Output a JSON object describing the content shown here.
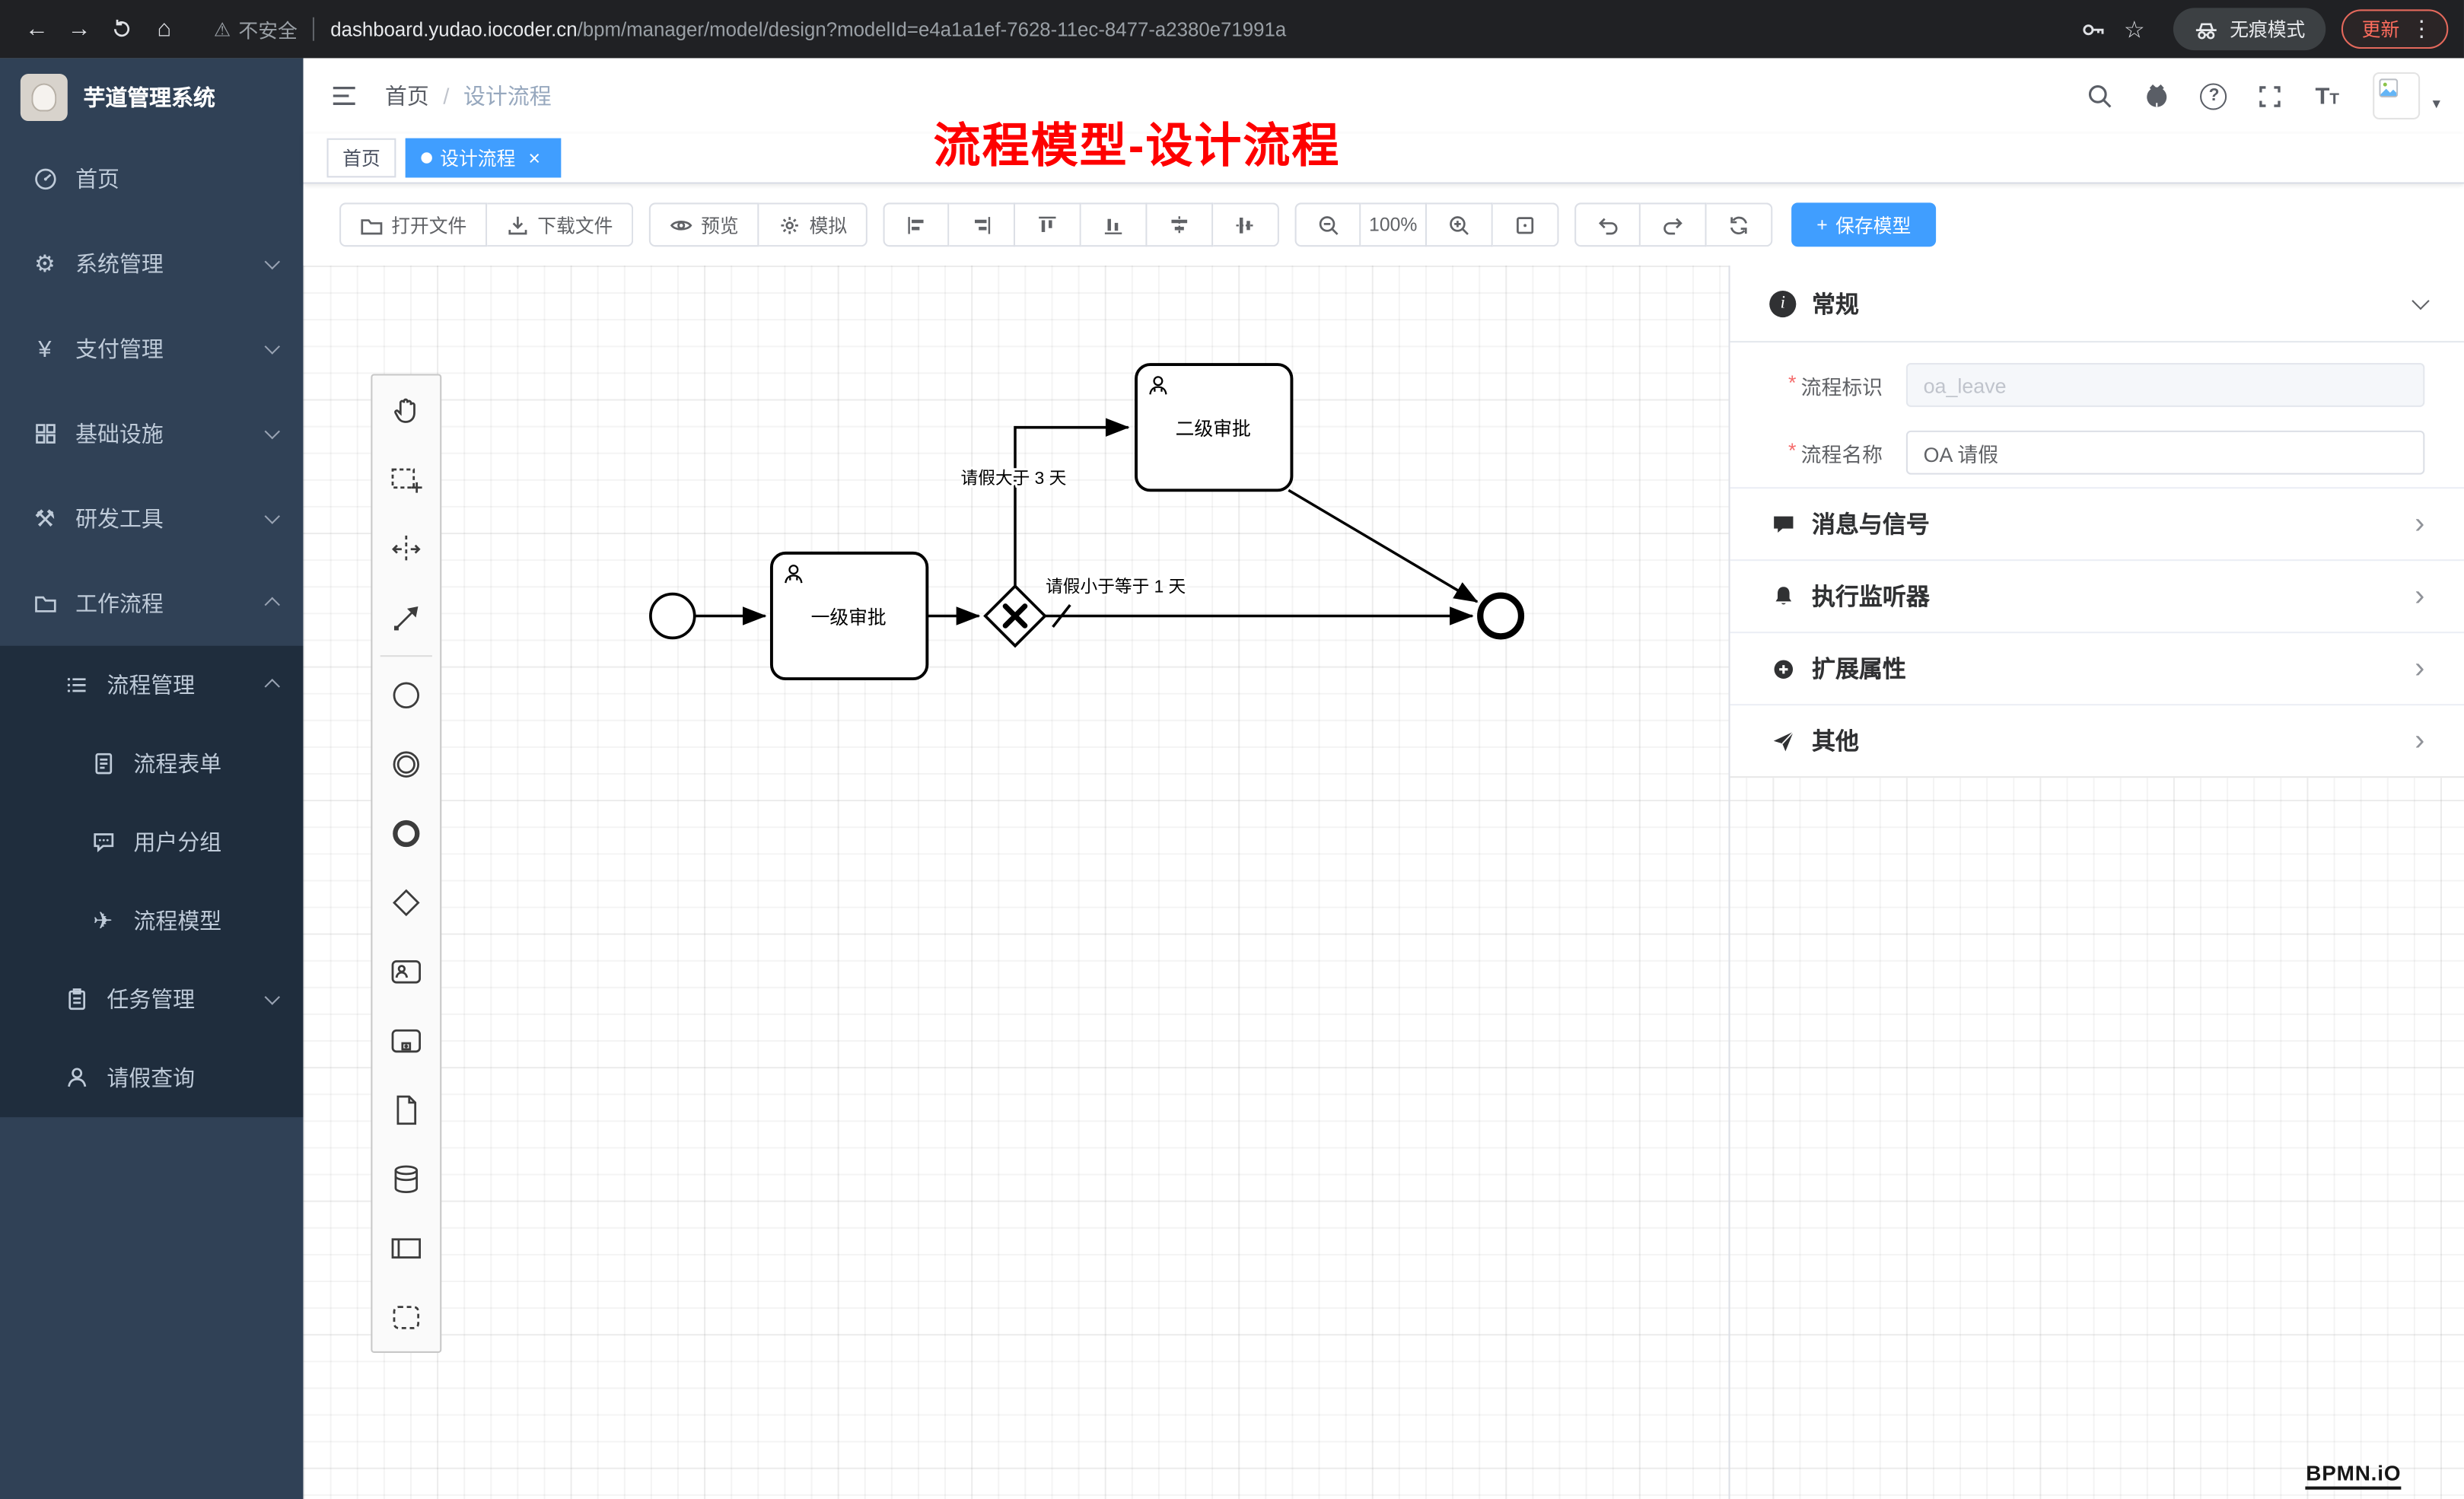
{
  "browser": {
    "security_label": "不安全",
    "url_host": "dashboard.yudao.iocoder.cn",
    "url_path": "/bpm/manager/model/design?modelId=e4a1a1ef-7628-11ec-8477-a2380e71991a",
    "incognito_label": "无痕模式",
    "update_label": "更新"
  },
  "icons": {
    "back": "←",
    "forward": "→",
    "home": "⌂",
    "warning": "⚠",
    "star": "☆",
    "dots": "⋮",
    "gear": "⚙",
    "yen": "¥",
    "tools": "⚒",
    "plane": "✈",
    "plus": "+",
    "close": "×",
    "caret_down": "▾",
    "question": "?",
    "info": "i",
    "font_large": "T",
    "font_small": "T"
  },
  "sidebar": {
    "logo_title": "芋道管理系统",
    "items": [
      {
        "label": "首页"
      },
      {
        "label": "系统管理"
      },
      {
        "label": "支付管理"
      },
      {
        "label": "基础设施"
      },
      {
        "label": "研发工具"
      },
      {
        "label": "工作流程"
      },
      {
        "label": "流程管理"
      },
      {
        "label": "流程表单"
      },
      {
        "label": "用户分组"
      },
      {
        "label": "流程模型"
      },
      {
        "label": "任务管理"
      },
      {
        "label": "请假查询"
      }
    ]
  },
  "header": {
    "breadcrumb_home": "首页",
    "breadcrumb_sep": "/",
    "breadcrumb_current": "设计流程",
    "annotation": "流程模型-设计流程"
  },
  "tabs": {
    "tab1": "首页",
    "tab2": "设计流程"
  },
  "toolbar": {
    "open": "打开文件",
    "download": "下载文件",
    "preview": "预览",
    "simulate": "模拟",
    "zoom_level": "100%",
    "save": "保存模型"
  },
  "diagram": {
    "task1_label": "一级审批",
    "task2_label": "二级审批",
    "flow_label_top": "请假大于 3 天",
    "flow_label_bottom": "请假小于等于 1 天"
  },
  "panel": {
    "general_title": "常规",
    "field1_label": "流程标识",
    "field1_value": "oa_leave",
    "field2_label": "流程名称",
    "field2_value": "OA 请假",
    "required_mark": "*",
    "section_chevron": "›",
    "sections": [
      {
        "label": "消息与信号"
      },
      {
        "label": "执行监听器"
      },
      {
        "label": "扩展属性"
      },
      {
        "label": "其他"
      }
    ]
  },
  "watermark": "BPMN.iO",
  "colors": {
    "accent": "#409eff",
    "sidebar_bg": "#304156",
    "annotation_red": "#ff0000"
  }
}
